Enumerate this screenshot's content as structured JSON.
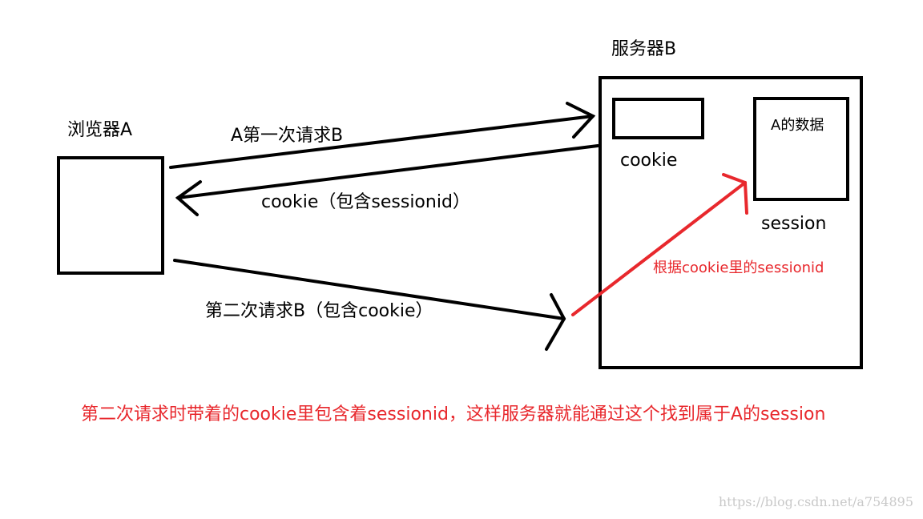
{
  "browser": {
    "label": "浏览器A"
  },
  "server": {
    "label": "服务器B",
    "cookie_label": "cookie",
    "session_label": "session",
    "session_content": "A的数据"
  },
  "arrows": {
    "first_request": "A第一次请求B",
    "response": "cookie（包含sessionid）",
    "second_request": "第二次请求B（包含cookie）",
    "lookup": "根据cookie里的sessionid"
  },
  "caption": "第二次请求时带着的cookie里包含着sessionid，这样服务器就能通过这个找到属于A的session",
  "watermark": "https://blog.csdn.net/a754895",
  "colors": {
    "stroke": "#000000",
    "accent": "#e8282d"
  }
}
